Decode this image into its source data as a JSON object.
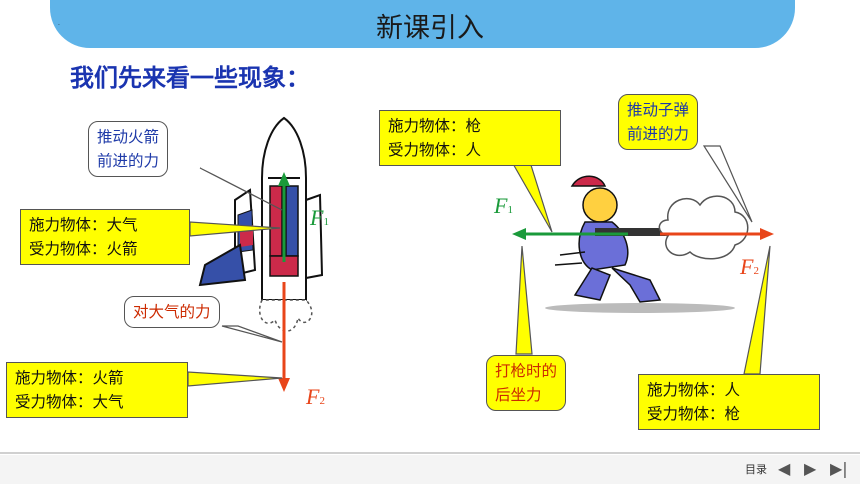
{
  "header": {
    "title": "新课引入"
  },
  "heading": "我们先来看一些现象：",
  "rocket_scene": {
    "callout_push": [
      "推动火箭",
      "前进的力"
    ],
    "callout_f1": [
      "施力物体：大气",
      "受力物体：火箭"
    ],
    "callout_reaction": "对大气的力",
    "callout_f2": [
      "施力物体：火箭",
      "受力物体：大气"
    ],
    "label_f1": "F",
    "label_f1_sub": "1",
    "label_f2": "F",
    "label_f2_sub": "2",
    "colors": {
      "f1": "#1a9a3a",
      "f2": "#e8451a"
    }
  },
  "gun_scene": {
    "callout_f1": [
      "施力物体：枪",
      "受力物体：人"
    ],
    "callout_push": [
      "推动子弹",
      "前进的力"
    ],
    "callout_recoil": [
      "打枪时的",
      "后坐力"
    ],
    "callout_f2": [
      "施力物体：人",
      "受力物体：枪"
    ],
    "label_f1": "F",
    "label_f1_sub": "1",
    "label_f2": "F",
    "label_f2_sub": "2"
  },
  "footer": {
    "toc_label": "目录",
    "prev_icon": "◀",
    "next_icon": "▶",
    "last_icon": "▶|"
  }
}
